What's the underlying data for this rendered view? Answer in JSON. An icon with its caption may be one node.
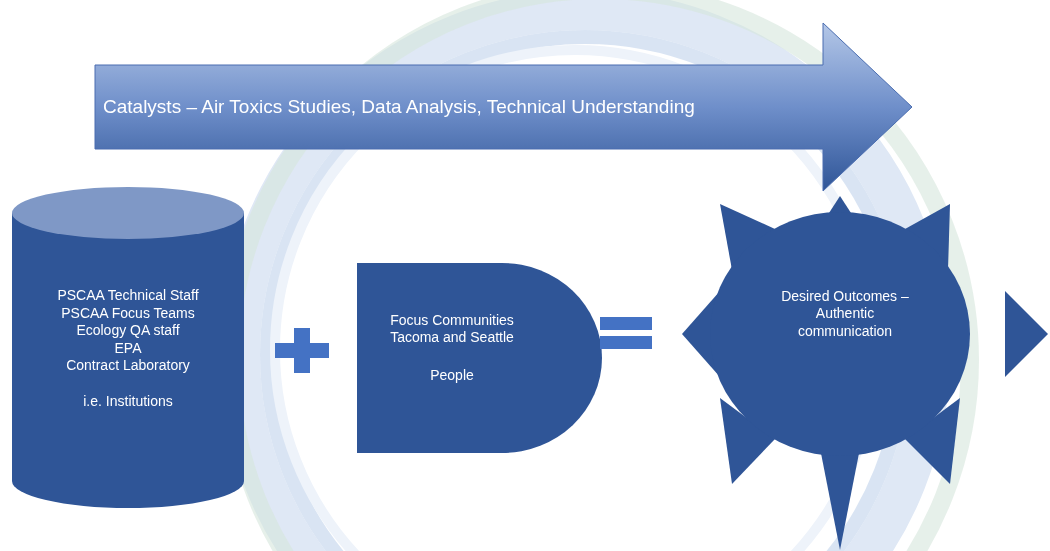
{
  "diagram": {
    "nodes": [
      {
        "text": [
          "Catalysts – Air Toxics Studies, Data Analysis, Technical Understanding"
        ]
      },
      {
        "text": [
          "PSCAA Technical Staff",
          "PSCAA Focus Teams",
          "Ecology QA staff",
          "EPA",
          "Contract Laboratory",
          "i.e. Institutions"
        ]
      },
      {
        "text": [
          "Focus Communities",
          "Tacoma and Seattle",
          "People"
        ]
      },
      {
        "text": [
          "Desired Outcomes – Authentic communication"
        ]
      }
    ]
  }
}
